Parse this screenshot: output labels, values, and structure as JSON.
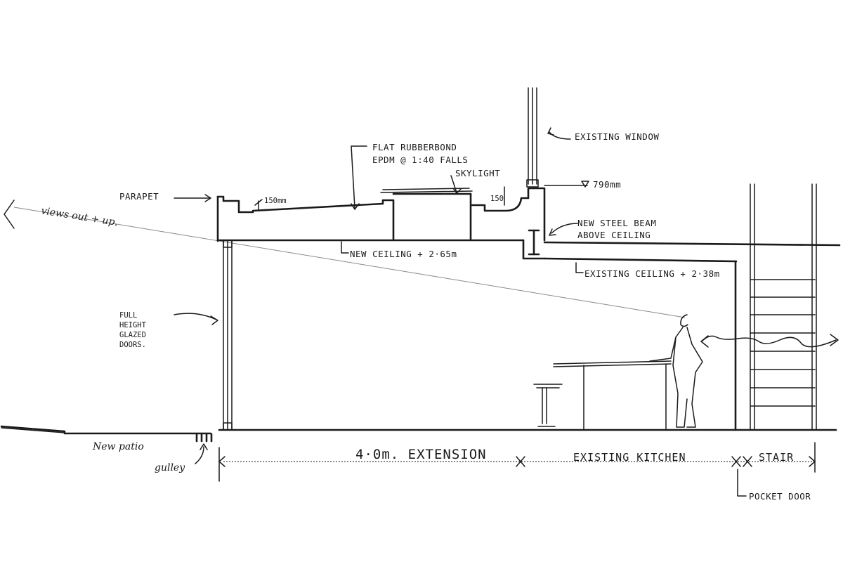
{
  "labels": {
    "existing_window": "EXISTING WINDOW",
    "flat_roof_line1": "FLAT RUBBERBOND",
    "flat_roof_line2": "EPDM @ 1:40 FALLS",
    "skylight": "SKYLIGHT",
    "parapet": "PARAPET",
    "upstand_150mm": "150mm",
    "upstand_150": "150",
    "height_790": "790mm",
    "views": "views out + up.",
    "steel_beam_line1": "NEW STEEL BEAM",
    "steel_beam_line2": "ABOVE CEILING",
    "new_ceiling": "NEW CEILING + 2·65m",
    "existing_ceiling": "EXISTING CEILING + 2·38m",
    "doors_line1": "FULL",
    "doors_line2": "HEIGHT",
    "doors_line3": "GLAZED",
    "doors_line4": "DOORS.",
    "new_patio": "New patio",
    "gulley": "gulley",
    "pocket_door": "POCKET DOOR"
  },
  "dimensions": {
    "extension": "4·0m. EXTENSION",
    "kitchen": "EXISTING KITCHEN",
    "stair": "STAIR"
  }
}
